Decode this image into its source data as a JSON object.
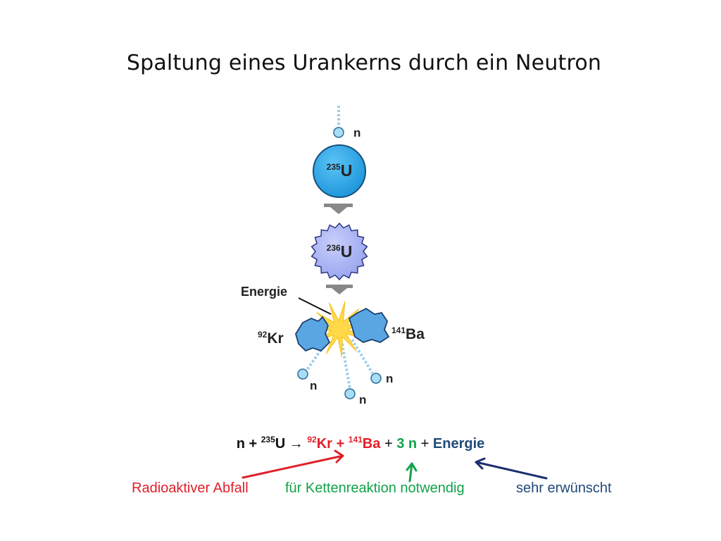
{
  "title": "Spaltung eines Urankerns durch ein Neutron",
  "diagram": {
    "neutron_label": "n",
    "uranium235": {
      "mass": "235",
      "symbol": "U"
    },
    "uranium236": {
      "mass": "236",
      "symbol": "U"
    },
    "energy_label": "Energie",
    "krypton": {
      "mass": "92",
      "symbol": "Kr"
    },
    "barium": {
      "mass": "141",
      "symbol": "Ba"
    }
  },
  "equation": {
    "n": "n",
    "plus1": "+",
    "u_mass": "235",
    "u_symbol": "U",
    "arrow": "→",
    "kr_mass": "92",
    "kr_symbol": "Kr",
    "plus2": "+",
    "ba_mass": "141",
    "ba_symbol": "Ba",
    "plus3": "+",
    "neutrons": "3 n",
    "plus4": "+",
    "energy": "Energie"
  },
  "annotations": {
    "waste": "Radioaktiver Abfall",
    "chain": "für Kettenreaktion notwendig",
    "desired": "sehr erwünscht"
  },
  "colors": {
    "neutron": "#a9dcf5",
    "uranium235": "#1e9de0",
    "uranium236": "#aab4f2",
    "fragment": "#5aa6e2",
    "burst": "#ffd94a",
    "red": "#e0202a",
    "green": "#12a24a",
    "navy": "#1f4a78"
  }
}
